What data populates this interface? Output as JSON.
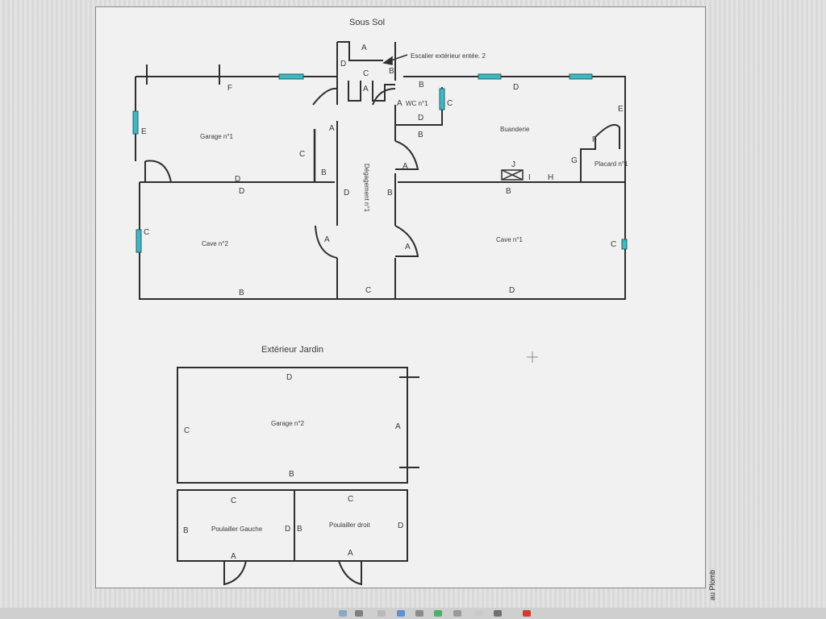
{
  "plan": {
    "title": "Sous Sol",
    "stair_note": "Escalier extérieur entée. 2",
    "rooms": {
      "garage1": "Garage n°1",
      "buanderie": "Buanderie",
      "placard": "Placard n°1",
      "wc": "WC n°1",
      "degagement": "Dégagement n°1",
      "cave2": "Cave n°2",
      "cave1": "Cave n°1"
    },
    "letters": {
      "A": "A",
      "B": "B",
      "C": "C",
      "D": "D",
      "E": "E",
      "F": "F",
      "G": "G",
      "H": "H",
      "I": "I",
      "J": "J"
    }
  },
  "exterior": {
    "title": "Extérieur Jardin",
    "rooms": {
      "garage2": "Garage n°2",
      "poulailler_gauche": "Poulailler Gauche",
      "poulailler_droit": "Poulailler droit"
    }
  },
  "side_text": "au Plomb",
  "colors": {
    "wall": "#2e2e2e",
    "window": "#3fb8c4",
    "page": "#f1f1f1"
  }
}
